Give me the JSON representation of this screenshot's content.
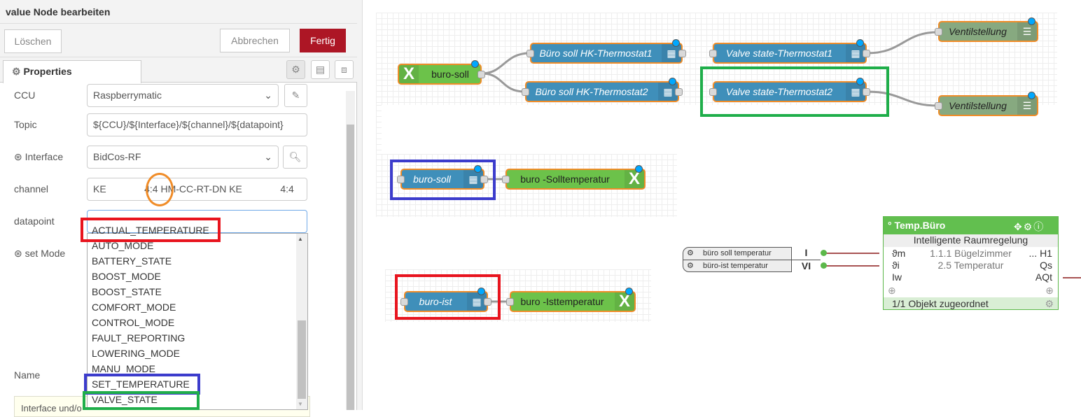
{
  "panel": {
    "title": "value Node bearbeiten",
    "delete": "Löschen",
    "cancel": "Abbrechen",
    "done": "Fertig",
    "tab": "Properties",
    "fields": {
      "ccu_label": "CCU",
      "ccu_value": "Raspberrymatic",
      "topic_label": "Topic",
      "topic_value": "${CCU}/${Interface}/${channel}/${datapoint}",
      "interface_label": "Interface",
      "interface_value": "BidCos-RF",
      "channel_label": "channel",
      "channel_value": "KE              4:4 HM-CC-RT-DN KE              4:4",
      "datapoint_label": "datapoint",
      "datapoint_value": "",
      "setmode_label": "set Mode",
      "name_label": "Name",
      "hint": "Interface und/o"
    },
    "options": [
      "ACTUAL_TEMPERATURE",
      "AUTO_MODE",
      "BATTERY_STATE",
      "BOOST_MODE",
      "BOOST_STATE",
      "COMFORT_MODE",
      "CONTROL_MODE",
      "FAULT_REPORTING",
      "LOWERING_MODE",
      "MANU_MODE",
      "SET_TEMPERATURE",
      "VALVE_STATE"
    ]
  },
  "nodes": {
    "inject1": "buro-soll",
    "hk1": "Büro soll HK-Thermostat1",
    "hk2": "Büro soll HK-Thermostat2",
    "vs1": "Valve state-Thermostat1",
    "vs2": "Valve state-Thermostat2",
    "vent1": "Ventilstellung",
    "vent2": "Ventilstellung",
    "soll": "buro-soll",
    "sollout": "buro -Solltemperatur",
    "ist": "buro-ist",
    "istout": "buro -Isttemperatur"
  },
  "logic": {
    "title": "° Temp.Büro",
    "subtitle": "Intelligente Raumregelung",
    "in1_name": "büro soll temperatur",
    "in1_id": "I",
    "in2_name": "büro-ist temperatur",
    "in2_id": "VI",
    "rows": [
      {
        "l": "ϑm",
        "m": "1.1.1 Bügelzimmer",
        "r": "... H1"
      },
      {
        "l": "ϑi",
        "m": "2.5 Temperatur",
        "r": "Qs"
      },
      {
        "l": "Iw",
        "m": "",
        "r": "AQt"
      }
    ],
    "footer": "1/1 Objekt zugeordnet"
  },
  "colors": {
    "done": "#ad1625",
    "node_blue": "#3f8fba",
    "node_green": "#6cc24a",
    "highlight_red": "#e8141e",
    "highlight_blue": "#3c3ccc",
    "highlight_green": "#1fae4a"
  }
}
